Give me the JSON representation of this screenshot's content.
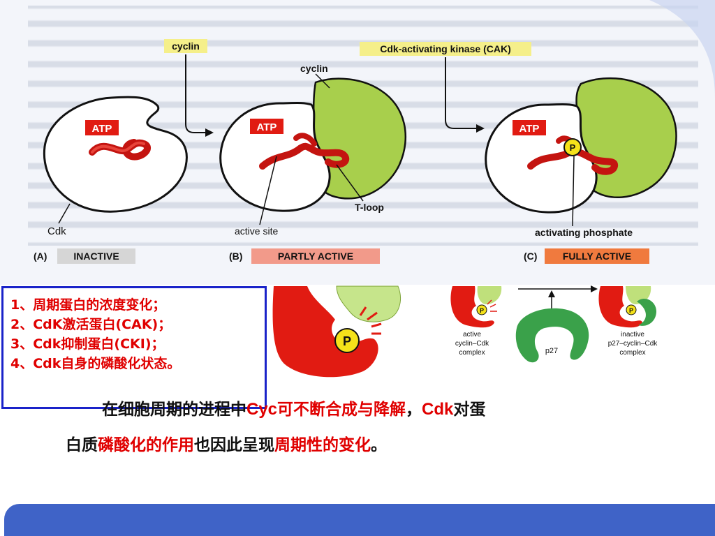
{
  "top_figure": {
    "labels": {
      "cyclin_arrow": "cyclin",
      "cak_arrow": "Cdk-activating kinase (CAK)",
      "cyclin_b": "cyclin",
      "atp_a": "ATP",
      "atp_b": "ATP",
      "atp_c": "ATP",
      "phosphate_c": "P",
      "cdk": "Cdk",
      "active_site": "active site",
      "t_loop": "T-loop",
      "activating_phosphate": "activating phosphate"
    },
    "panels": [
      {
        "letter": "(A)",
        "state": "INACTIVE",
        "color": "#d6d6d6"
      },
      {
        "letter": "(B)",
        "state": "PARTLY ACTIVE",
        "color": "#f29a8a"
      },
      {
        "letter": "(C)",
        "state": "FULLY ACTIVE",
        "color": "#f07a3e"
      }
    ]
  },
  "bottom_figure": {
    "phosphate_large": "P",
    "phosphate_left": "P",
    "phosphate_right": "P",
    "active_label": [
      "active",
      "cyclin–Cdk",
      "complex"
    ],
    "inhibitor": "p27",
    "inactive_label": [
      "inactive",
      "p27–cyclin–Cdk",
      "complex"
    ]
  },
  "legend": {
    "items": [
      "1、周期蛋白的浓度变化；",
      "2、CdK激活蛋白(CAK)；",
      "3、Cdk抑制蛋白(CKI)；",
      "4、Cdk自身的磷酸化状态。"
    ]
  },
  "caption": {
    "l1_a": "在细胞周期的进程中",
    "l1_b": "Cyc",
    "l1_c": "可不断合成与降解",
    "l1_d": "，",
    "l1_e": "Cdk",
    "l1_f": "对蛋",
    "l2_a": "白质",
    "l2_b": "磷酸化的作用",
    "l2_c": "也因此呈现",
    "l2_d": "周期性的变化",
    "l2_e": "。"
  },
  "colors": {
    "red": "#e11b12",
    "cyclin_green": "#a8cf4c",
    "p27_green": "#3aa14a",
    "phosphate_yellow": "#f5e21a",
    "blue_border": "#1a23c9",
    "footer_blue": "#3f63c7",
    "caption_red": "#e00000"
  }
}
